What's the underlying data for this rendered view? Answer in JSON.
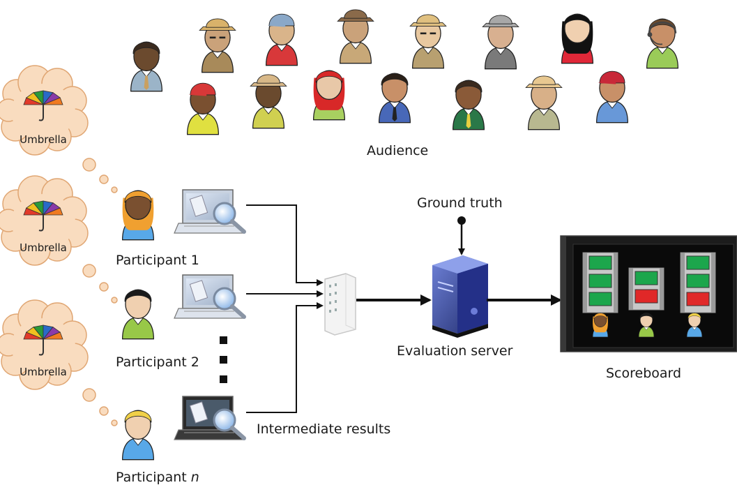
{
  "labels": {
    "audience": "Audience",
    "participant_1": "Participant 1",
    "participant_2": "Participant 2",
    "participant_n_prefix": "Participant ",
    "participant_n_suffix": "n",
    "ground_truth": "Ground truth",
    "evaluation_server": "Evaluation server",
    "scoreboard": "Scoreboard",
    "intermediate_results": "Intermediate results",
    "thought": "Umbrella"
  },
  "colors": {
    "thought_cloud": "#f9dcbf",
    "thought_cloud_stroke": "#e0a673",
    "scoreboard_frame": "#1c1c1c",
    "tile_green": "#1ca64c",
    "tile_red": "#e02828",
    "server_blue": "#3f4fa6",
    "arrow": "#111111"
  },
  "scoreboard": {
    "columns": [
      [
        "green",
        "green",
        "green"
      ],
      [
        "green",
        "red"
      ],
      [
        "green",
        "green",
        "red"
      ]
    ]
  }
}
